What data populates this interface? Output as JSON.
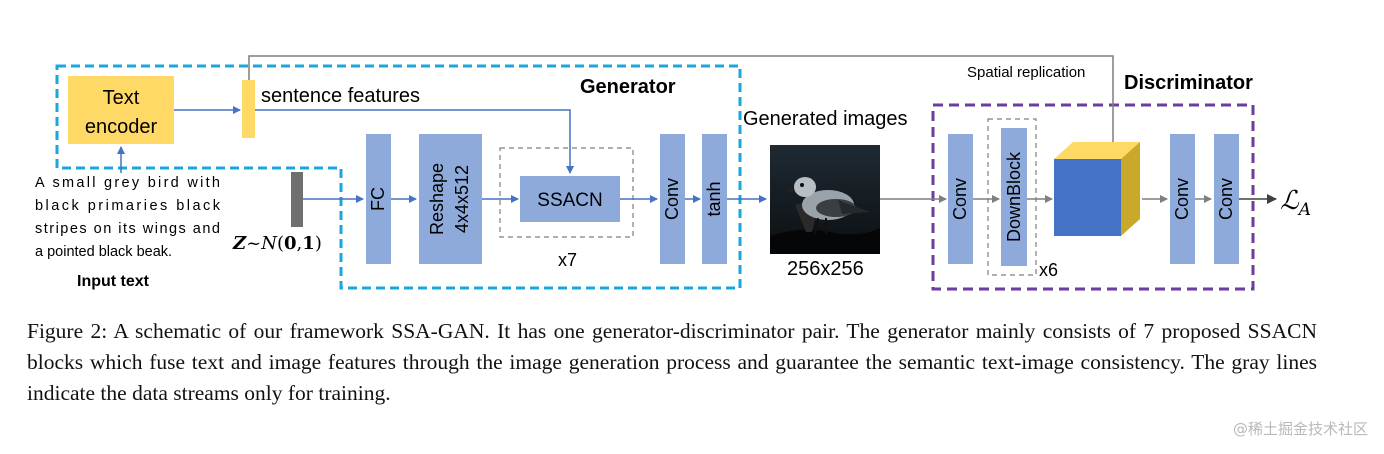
{
  "diagram": {
    "text_encoder": [
      "Text",
      "encoder"
    ],
    "sentence_features": "sentence features",
    "generator_title": "Generator",
    "discriminator_title": "Discriminator",
    "spatial_replication": "Spatial replication",
    "input_text_lines": [
      "A small grey bird with",
      "black primaries black",
      "stripes on its wings and",
      "a pointed black beak."
    ],
    "input_text_label": "Input text",
    "noise_z": "Z",
    "noise_tilde": "~",
    "noise_n": "N",
    "noise_open": "(",
    "noise_zero": "0",
    "noise_comma": ",",
    "noise_one": "1",
    "noise_close": ")",
    "fc": "FC",
    "reshape": [
      "Reshape",
      "4x4x512"
    ],
    "ssacn": "SSACN",
    "x7": "x7",
    "conv": "Conv",
    "tanh": "tanh",
    "generated_images": "Generated images",
    "resolution": "256x256",
    "disc_conv": "Conv",
    "downblock": "DownBlock",
    "x6": "x6",
    "disc_conv2": "Conv",
    "disc_conv3": "Conv",
    "loss_symbol": "ℒ",
    "loss_subscript": "A"
  },
  "caption": "Figure 2: A schematic of our framework SSA-GAN. It has one generator-discriminator pair. The generator mainly consists of 7 proposed SSACN blocks which fuse text and image features through the image generation process and guarantee the semantic text-image consistency. The gray lines indicate the data streams only for training.",
  "watermark": "@稀土掘金技术社区",
  "colors": {
    "generator_border": "#1aa7dd",
    "discriminator_border": "#6a3e9e",
    "block_fill": "#8eaadb",
    "encoder_fill": "#ffd966",
    "cube_front": "#4472c4",
    "blue_arrow": "#4472c4",
    "gray_arrow": "#7f7f7f"
  }
}
